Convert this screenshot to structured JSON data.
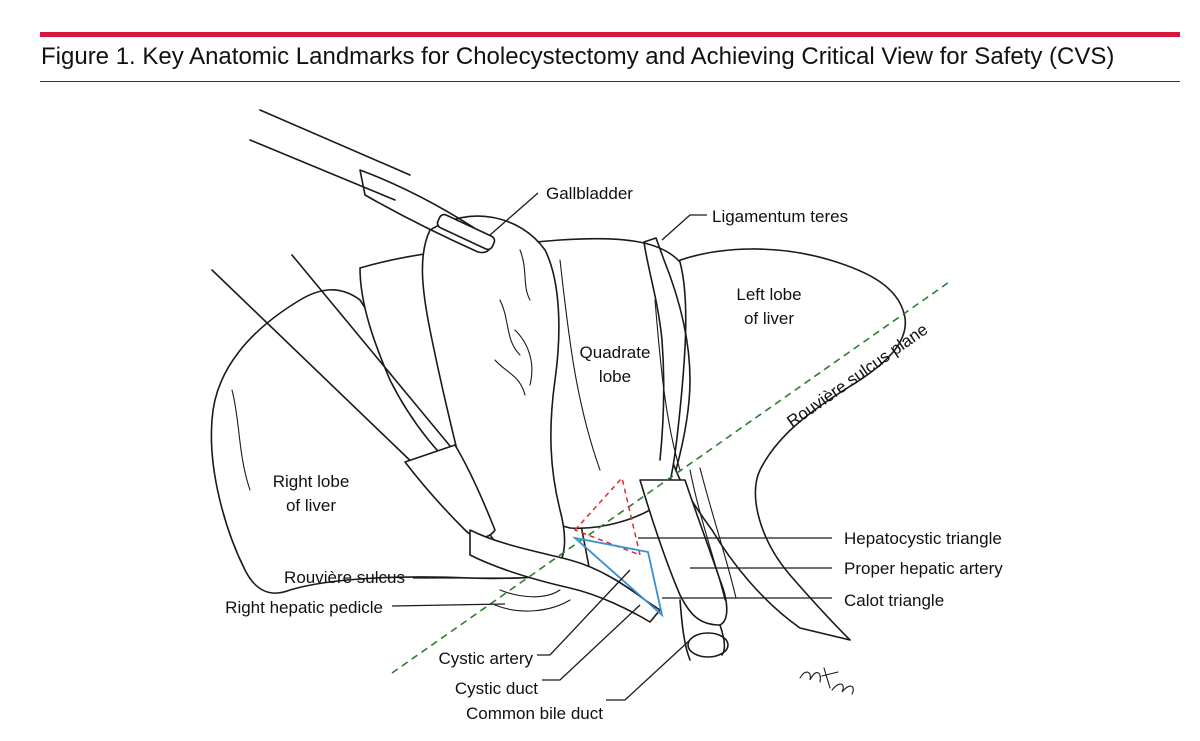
{
  "figure": {
    "title": "Figure 1. Key Anatomic Landmarks for Cholecystectomy and Achieving Critical View for Safety (CVS)",
    "accent_color": "#d6163f"
  },
  "labels": {
    "gallbladder": "Gallbladder",
    "ligamentum_teres": "Ligamentum teres",
    "left_lobe_line1": "Left lobe",
    "left_lobe_line2": "of liver",
    "quadrate_line1": "Quadrate",
    "quadrate_line2": "lobe",
    "rouviere_plane": "Rouvière sulcus plane",
    "right_lobe_line1": "Right lobe",
    "right_lobe_line2": "of liver",
    "hepatocystic_triangle": "Hepatocystic triangle",
    "proper_hepatic_artery": "Proper hepatic artery",
    "calot_triangle": "Calot triangle",
    "rouviere_sulcus": "Rouvière sulcus",
    "right_hepatic_pedicle": "Right hepatic pedicle",
    "cystic_artery": "Cystic artery",
    "cystic_duct": "Cystic duct",
    "common_bile_duct": "Common bile duct"
  },
  "colors": {
    "plane_line": "#2e7d32",
    "hepatocystic_triangle": "#d32f2f",
    "calot_triangle": "#3a8fd1"
  },
  "icons": {
    "signature": "artist-signature-icon"
  }
}
